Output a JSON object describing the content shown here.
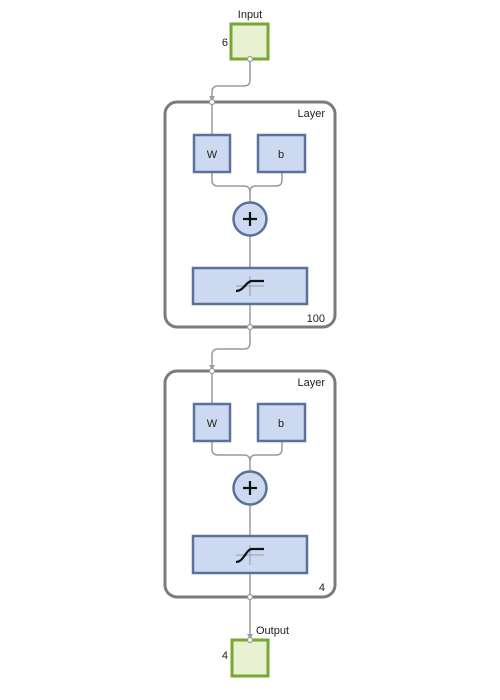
{
  "input": {
    "label": "Input",
    "size": "6"
  },
  "layers": [
    {
      "title": "Layer",
      "weight_label": "W",
      "bias_label": "b",
      "size": "100"
    },
    {
      "title": "Layer",
      "weight_label": "W",
      "bias_label": "b",
      "size": "4"
    }
  ],
  "output": {
    "label": "Output",
    "size": "4"
  },
  "colors": {
    "io_fill": "#eaf1d2",
    "io_border": "#76a832",
    "block_fill": "#ccd9f0",
    "block_border": "#5a719a",
    "layer_border": "#7b7b7b",
    "wire": "#9a9a9a"
  },
  "icons": {
    "sum": "plus-icon",
    "transfer": "sigmoid-transfer-icon"
  }
}
